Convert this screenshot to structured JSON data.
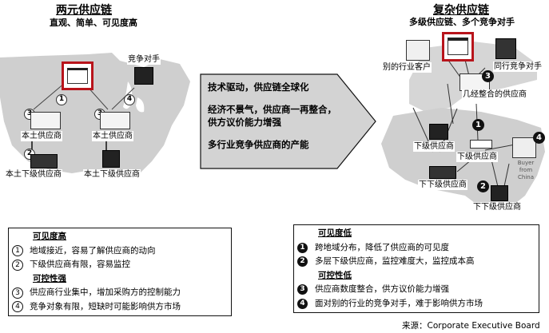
{
  "left": {
    "title": "两元供应链",
    "subtitle": "直观、简单、可见度高",
    "nodes": {
      "company": "",
      "competitor": "竞争对手",
      "supplier_a": "本土供应商",
      "supplier_b": "本土供应商",
      "sub_supplier_a": "本土下级供应商",
      "sub_supplier_b": "本土下级供应商"
    },
    "markers": [
      "1",
      "3",
      "3",
      "2",
      "4"
    ]
  },
  "middle": {
    "drivers": [
      "技术驱动，供应链全球化",
      "经济不景气，供应商一再整合，供方议价能力增强",
      "多行业竞争供应商的产能"
    ]
  },
  "right": {
    "title": "复杂供应链",
    "subtitle": "多级供应链、多个竞争对手",
    "nodes": {
      "other_industry_customer": "别的行业客户",
      "peer_competitor": "同行竞争对手",
      "consolidated_supplier": "几经整合的供应商",
      "sub_supplier_a": "下级供应商",
      "sub_supplier_b": "下级供应商",
      "sub_sub_supplier_a": "下下级供应商",
      "sub_sub_supplier_b": "下下级供应商",
      "buyer_caption": "Buyer from China"
    },
    "markers": [
      "3",
      "1",
      "4",
      "2"
    ]
  },
  "left_box": {
    "heading1": "可见度高",
    "items1": [
      {
        "marker": "1",
        "text": "地域接近，容易了解供应商的动向"
      },
      {
        "marker": "2",
        "text": "下级供应商有限，容易监控"
      }
    ],
    "heading2": "可控性强",
    "items2": [
      {
        "marker": "3",
        "text": "供应商行业集中，增加采购方的控制能力"
      },
      {
        "marker": "4",
        "text": "竞争对象有限，短缺时可能影响供方市场"
      }
    ]
  },
  "right_box": {
    "heading1": "可见度低",
    "items1": [
      {
        "marker": "1",
        "text": "跨地域分布，降低了供应商的可见度"
      },
      {
        "marker": "2",
        "text": "多层下级供应商，监控难度大，监控成本高"
      }
    ],
    "heading2": "可控性低",
    "items2": [
      {
        "marker": "3",
        "text": "供应商数度整合，供方议价能力增强"
      },
      {
        "marker": "4",
        "text": "面对别的行业的竞争对手，难于影响供方市场"
      }
    ]
  },
  "source": "来源：Corporate Executive Board",
  "colors": {
    "accent_red": "#b8141b",
    "map_gray": "#cfcfcf",
    "arrow_fill": "#d3d3d3"
  }
}
